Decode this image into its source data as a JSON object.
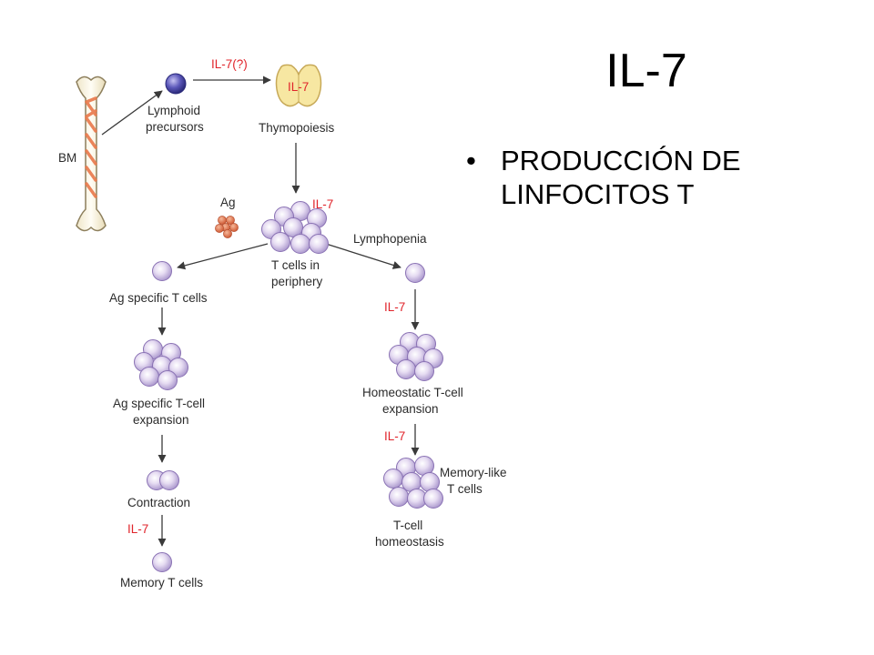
{
  "slide": {
    "title": "IL-7",
    "bullets": [
      "PRODUCCIÓN DE LINFOCITOS T"
    ],
    "bullet_glyph": "•"
  },
  "diagram": {
    "labels": {
      "bm": "BM",
      "lymphoid_1": "Lymphoid",
      "lymphoid_2": "precursors",
      "il7_question": "IL-7(?)",
      "thymus_il7": "IL-7",
      "thymopoiesis": "Thymopoiesis",
      "ag": "Ag",
      "il7_periphery": "IL-7",
      "tcells_1": "T cells in",
      "tcells_2": "periphery",
      "lymphopenia": "Lymphopenia",
      "ag_specific": "Ag specific T cells",
      "ag_expansion_1": "Ag specific T-cell",
      "ag_expansion_2": "expansion",
      "contraction": "Contraction",
      "il7_memory": "IL-7",
      "memory_tcells": "Memory T cells",
      "il7_homeostatic": "IL-7",
      "homeostatic_1": "Homeostatic T-cell",
      "homeostatic_2": "expansion",
      "il7_memorylike": "IL-7",
      "memorylike_1": "Memory-like",
      "memorylike_2": "T cells",
      "homeostasis_1": "T-cell",
      "homeostasis_2": "homeostasis"
    },
    "colors": {
      "label_red": "#e0242b",
      "cell_fill": "#c6b5e0",
      "cell_stroke": "#8a72b4",
      "bone_fill": "#fbf6e6",
      "bone_stripe": "#e9784a",
      "thymus_fill": "#f7e7a2",
      "antigen_fill": "#e47a4f"
    }
  }
}
